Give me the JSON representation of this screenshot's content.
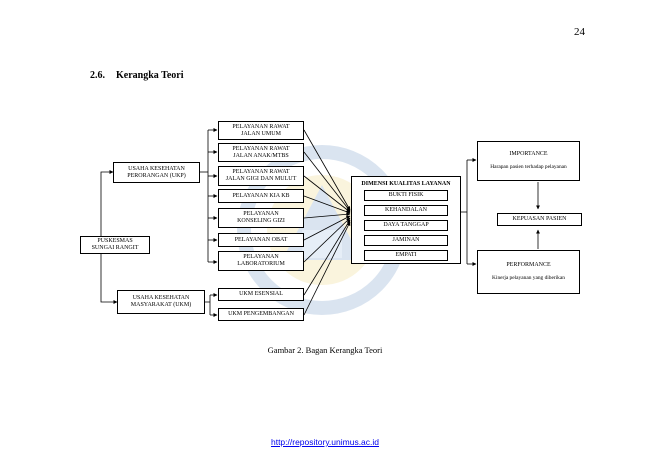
{
  "page_number": "24",
  "section": {
    "number": "2.6.",
    "title": "Kerangka Teori"
  },
  "diagram": {
    "root": "PUSKESMAS\nSUNGAI RANGIT",
    "ukp": "USAHA KESEHATAN\nPERORANGAN (UKP)",
    "ukm": "USAHA KESEHATAN\nMASYARAKAT (UKM)",
    "ukp_services": [
      "PELAYANAN RAWAT\nJALAN UMUM",
      "PELAYANAN RAWAT\nJALAN ANAK/MTBS",
      "PELAYANAN RAWAT\nJALAN GIGI DAN MULUT",
      "PELAYANAN KIA KB",
      "PELAYANAN\nKONSELING GIZI",
      "PELAYANAN OBAT",
      "PELAYANAN\nLABORATORIUM"
    ],
    "ukm_services": [
      "UKM ESENSIAL",
      "UKM PENGEMBANGAN"
    ],
    "dimensions_title": "DIMENSI KUALITAS LAYANAN",
    "dimensions": [
      "BUKTI FISIK",
      "KEHANDALAN",
      "DAYA TANGGAP",
      "JAMINAN",
      "EMPATI"
    ],
    "importance": {
      "title": "IMPORTANCE",
      "desc": "Harapan pasien terhadap pelayanan"
    },
    "satisfaction": "KEPUASAN PASIEN",
    "performance": {
      "title": "PERFORMANCE",
      "desc": "Kinerja pelayanan yang diberikan"
    }
  },
  "caption": "Gambar 2. Bagan Kerangka Teori",
  "footer_link": "http://repository.unimus.ac.id",
  "colors": {
    "link": "#0000ee",
    "watermark": "#3a6fb0"
  }
}
